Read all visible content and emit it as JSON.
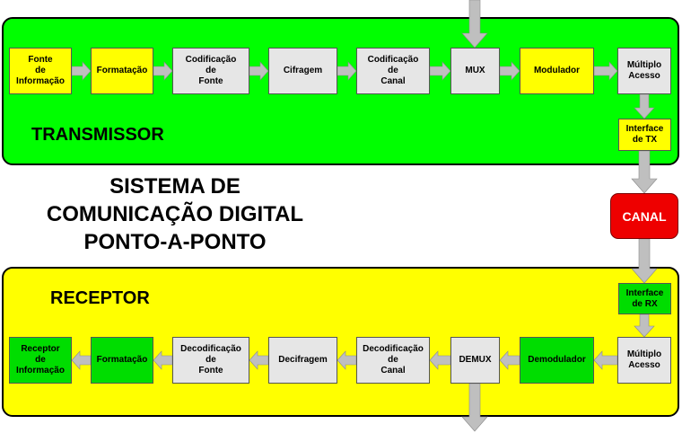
{
  "colors": {
    "panel_tx": "#00ff00",
    "panel_rx": "#ffff00",
    "block_yellow": "#ffff00",
    "block_green": "#00dd00",
    "block_gray": "#e6e6e6",
    "canal": "#ee0000",
    "arrow": "#bfbfbf"
  },
  "transmitter": {
    "label": "TRANSMISSOR",
    "blocks": [
      {
        "text": "Fonte\nde\nInformação",
        "fill": "yellow"
      },
      {
        "text": "Formatação",
        "fill": "yellow"
      },
      {
        "text": "Codificação\nde\nFonte",
        "fill": "gray"
      },
      {
        "text": "Cifragem",
        "fill": "gray"
      },
      {
        "text": "Codificação\nde\nCanal",
        "fill": "gray"
      },
      {
        "text": "MUX",
        "fill": "gray"
      },
      {
        "text": "Modulador",
        "fill": "yellow"
      },
      {
        "text": "Múltiplo\nAcesso",
        "fill": "gray"
      }
    ],
    "interface": {
      "text": "Interface\nde TX",
      "fill": "yellow"
    }
  },
  "receiver": {
    "label": "RECEPTOR",
    "blocks": [
      {
        "text": "Receptor\nde\nInformação",
        "fill": "green"
      },
      {
        "text": "Formatação",
        "fill": "green"
      },
      {
        "text": "Decodificação\nde\nFonte",
        "fill": "gray"
      },
      {
        "text": "Decifragem",
        "fill": "gray"
      },
      {
        "text": "Decodificação\nde\nCanal",
        "fill": "gray"
      },
      {
        "text": "DEMUX",
        "fill": "gray"
      },
      {
        "text": "Demodulador",
        "fill": "green"
      },
      {
        "text": "Múltiplo\nAcesso",
        "fill": "gray"
      }
    ],
    "interface": {
      "text": "Interface\nde RX",
      "fill": "green"
    }
  },
  "title": "SISTEMA  DE\nCOMUNICAÇÃO  DIGITAL\nPONTO-A-PONTO",
  "channel": {
    "text": "CANAL"
  }
}
